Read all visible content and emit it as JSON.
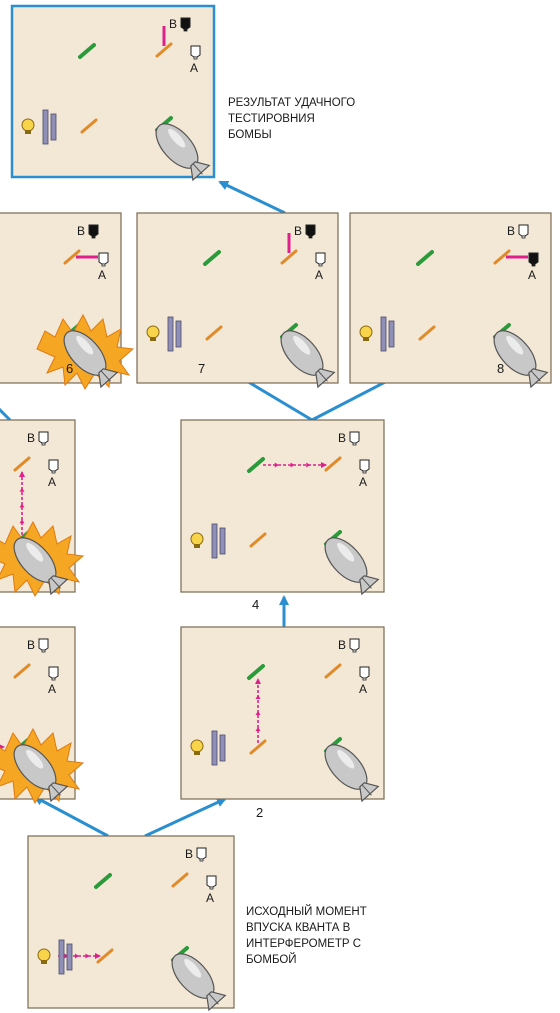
{
  "labels": {
    "detector_a": "A",
    "detector_b": "B"
  },
  "captions": {
    "result": [
      "РЕЗУЛЬТАТ УДАЧНОГО",
      "ТЕСТИРОВНИЯ",
      "БОМБЫ"
    ],
    "initial": [
      "ИСХОДНЫЙ МОМЕНТ",
      "ВПУСКА КВАНТА В",
      "ИНТЕРФЕРОМЕТР С",
      "БОМБОЙ"
    ]
  },
  "panel_numbers": {
    "p2": "2",
    "p4": "4",
    "p6": "6",
    "p7": "7",
    "p8": "8"
  },
  "colors": {
    "panel_bg": "#f3e8d6",
    "panel_border": "#7a6a52",
    "highlight_border": "#2a8fd0",
    "arrow": "#2a8fd0",
    "photon": "#e0208a",
    "mirror_green": "#2a9a3a",
    "splitter_orange": "#e08a2a",
    "bomb": "#c8c8c8",
    "fire": "#f5a623"
  },
  "panels": [
    {
      "id": "result",
      "detector_a_fired": false,
      "detector_b_fired": true,
      "photon_path": "to-b",
      "explosion": false,
      "source": true
    },
    {
      "id": "p6",
      "detector_a_fired": false,
      "detector_b_fired": true,
      "photon_path": "to-a",
      "explosion": true,
      "source": false
    },
    {
      "id": "p7",
      "detector_a_fired": false,
      "detector_b_fired": true,
      "photon_path": "to-b",
      "explosion": false,
      "source": true
    },
    {
      "id": "p8",
      "detector_a_fired": true,
      "detector_b_fired": false,
      "photon_path": "to-a",
      "explosion": false,
      "source": true
    },
    {
      "id": "p5",
      "detector_a_fired": false,
      "detector_b_fired": false,
      "photon_path": "vertical-left",
      "explosion": true,
      "source": false
    },
    {
      "id": "p4",
      "detector_a_fired": false,
      "detector_b_fired": false,
      "photon_path": "top-horizontal",
      "explosion": false,
      "source": true
    },
    {
      "id": "p3",
      "detector_a_fired": false,
      "detector_b_fired": false,
      "photon_path": "bottom-horizontal",
      "explosion": true,
      "source": false
    },
    {
      "id": "p2",
      "detector_a_fired": false,
      "detector_b_fired": false,
      "photon_path": "left-vertical",
      "explosion": false,
      "source": true
    },
    {
      "id": "initial",
      "detector_a_fired": false,
      "detector_b_fired": false,
      "photon_path": "source-out",
      "explosion": false,
      "source": true
    }
  ]
}
